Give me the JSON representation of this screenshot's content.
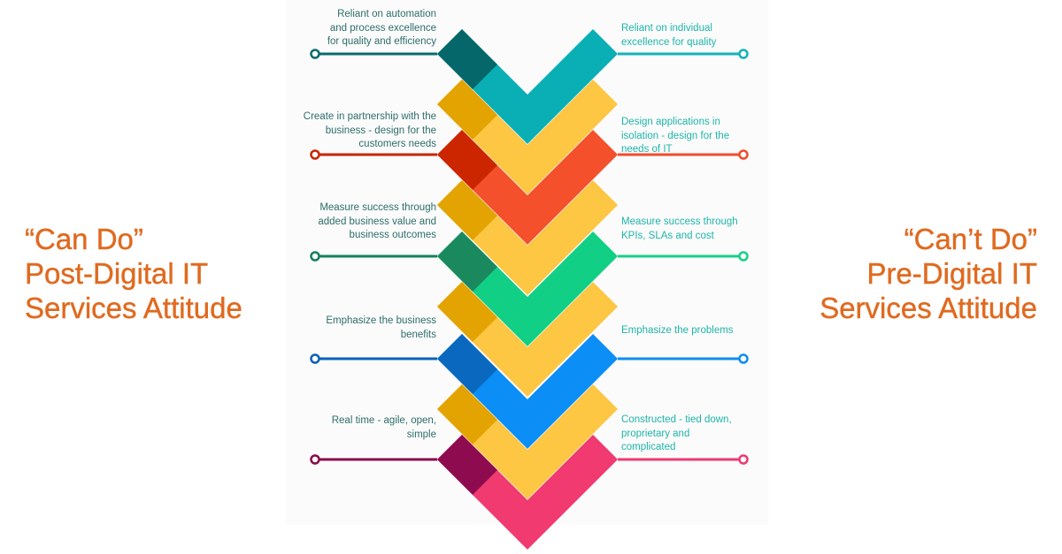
{
  "left_title": {
    "lines": [
      "“Can Do”",
      "Post-Digital IT",
      "Services Attitude"
    ],
    "color": "#e06a1f"
  },
  "right_title": {
    "lines": [
      "“Can’t Do”",
      "Pre-Digital IT",
      "Services Attitude"
    ],
    "color": "#e06a1f"
  },
  "rows": [
    {
      "left_text": [
        "Reliant on automation",
        "and process excellence",
        "for quality and efficiency"
      ],
      "right_text": [
        "Reliant on individual",
        "excellence for quality"
      ],
      "color": "#0aafb6",
      "dark_color": "#06676a",
      "left_line_color": "#0b6b6b",
      "right_line_color": "#14b3b7"
    },
    {
      "left_text": [
        "Create in partnership with the",
        "business - design for the",
        "customers needs"
      ],
      "right_text": [
        "Design applications in",
        "isolation - design for the",
        "needs of IT"
      ],
      "color": "#f4502c",
      "dark_color": "#cc2600",
      "left_line_color": "#c82500",
      "right_line_color": "#f24c2c"
    },
    {
      "left_text": [
        "Measure success through",
        "added business value and",
        "business outcomes"
      ],
      "right_text": [
        "Measure success through",
        "KPIs, SLAs and cost"
      ],
      "color": "#11cf85",
      "dark_color": "#1a8a5e",
      "left_line_color": "#16805a",
      "right_line_color": "#17cf86"
    },
    {
      "left_text": [
        "Emphasize the business",
        "benefits"
      ],
      "right_text": [
        "Emphasize the problems"
      ],
      "color": "#0b8ef5",
      "dark_color": "#0a69bf",
      "left_line_color": "#0b62b8",
      "right_line_color": "#0c8ef2"
    },
    {
      "left_text": [
        "Real time - agile, open,",
        "simple"
      ],
      "right_text": [
        "Constructed - tied down,",
        "proprietary and",
        "complicated"
      ],
      "color": "#f03a70",
      "dark_color": "#8e0b4f",
      "left_line_color": "#8a0b4c",
      "right_line_color": "#ee3a70"
    }
  ],
  "spacer_chevron": {
    "color": "#fdc643",
    "dark_color": "#e3a300"
  },
  "panel_background": "#fbfbfc"
}
